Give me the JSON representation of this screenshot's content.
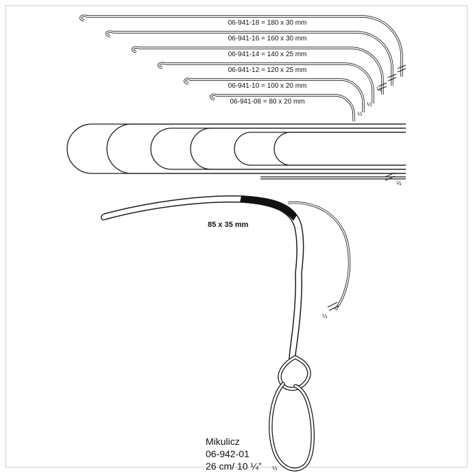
{
  "page": {
    "background": "#ffffff",
    "ink": "#1a1a1a"
  },
  "catalog": {
    "top_instruments": [
      {
        "code": "06-941-18",
        "size": "180 x 30 mm",
        "label": "06-941-18 = 180 x 30 mm"
      },
      {
        "code": "06-941-16",
        "size": "160 x 30 mm",
        "label": "06-941-16 = 160 x 30 mm"
      },
      {
        "code": "06-941-14",
        "size": "140 x 25 mm",
        "label": "06-941-14 = 140 x 25 mm"
      },
      {
        "code": "06-941-12",
        "size": "120 x 25 mm",
        "label": "06-941-12 = 120 x 25 mm"
      },
      {
        "code": "06-941-10",
        "size": "100 x 20 mm",
        "label": "06-941-10 = 100 x 20 mm"
      },
      {
        "code": "06-941-08",
        "size": "80 x 20 mm",
        "label": "06-941-08 =  80 x 20 mm"
      }
    ],
    "blade_size_label": "85 x 35 mm",
    "scale_mark": "½",
    "product": {
      "name": "Mikulicz",
      "code": "06-942-01",
      "size": "26 cm/ 10 ¼”"
    }
  }
}
